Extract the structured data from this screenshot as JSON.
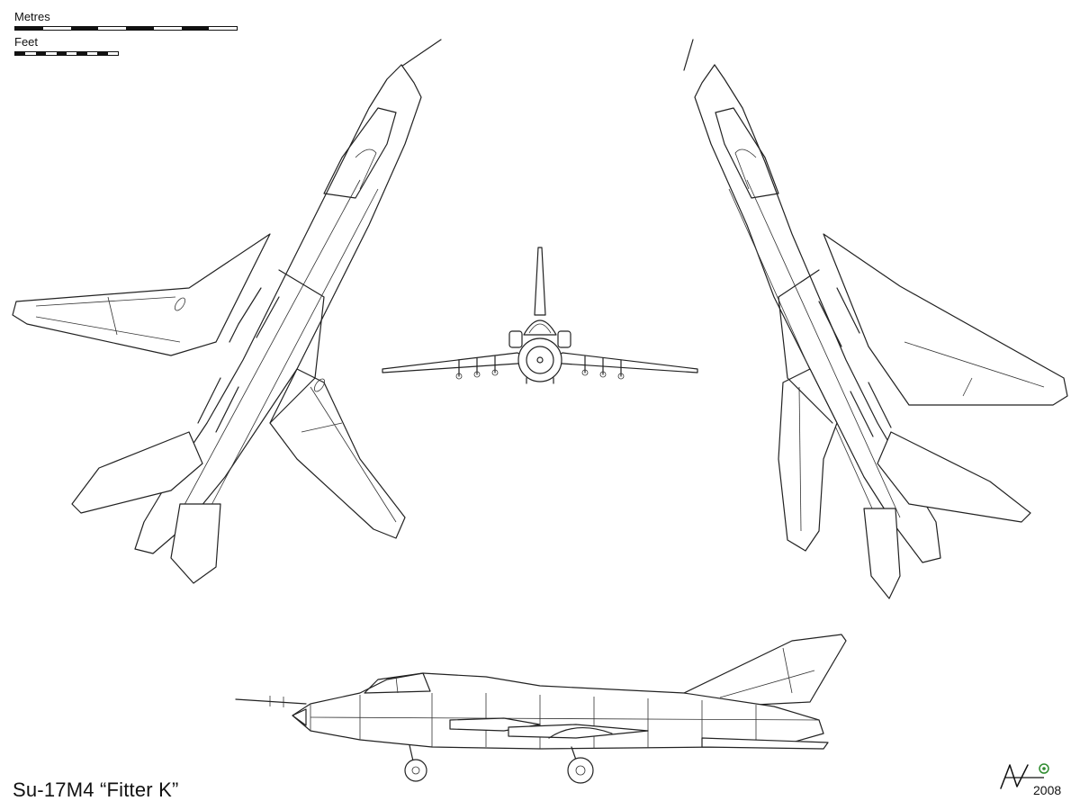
{
  "scale": {
    "metres_label": "Metres",
    "feet_label": "Feet",
    "metres_segments": 8,
    "feet_segments": 10
  },
  "title": "Su-17M4 “Fitter K”",
  "signature": {
    "year": "2008",
    "accent_color": "#2e8b2e"
  },
  "colors": {
    "line": "#222222",
    "background": "#ffffff"
  }
}
